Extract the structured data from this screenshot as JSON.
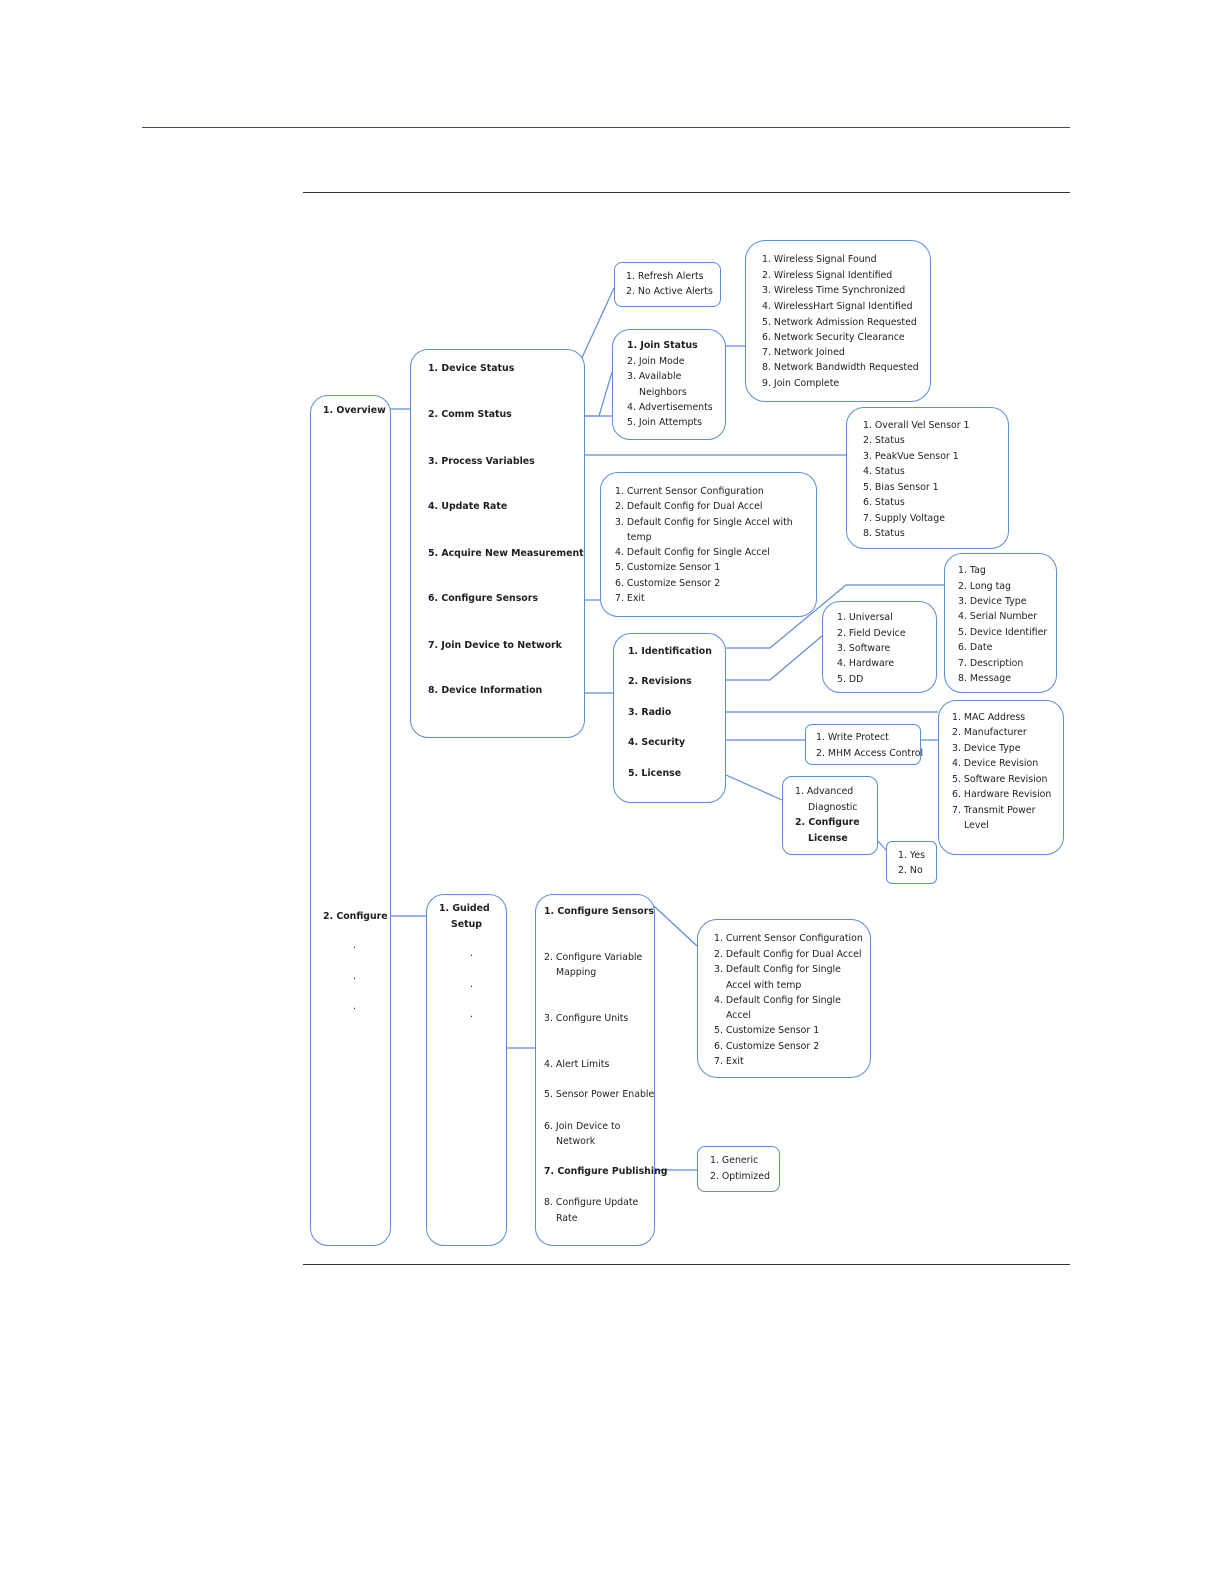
{
  "root": {
    "overview": "1.  Overview",
    "configure": "2.  Configure",
    "ellipsis": [
      "·",
      "·",
      "·"
    ]
  },
  "overview_menu": [
    "1.  Device Status",
    "2.  Comm Status",
    "3.  Process Variables",
    "4.  Update Rate",
    "5.  Acquire New Measurement",
    "6.  Configure Sensors",
    "7.  Join Device to Network",
    "8.  Device Information"
  ],
  "alerts_menu": [
    "1.  Refresh Alerts",
    "2.  No  Active Alerts"
  ],
  "comm_status_menu": [
    "1.  Join Status",
    "2.  Join Mode",
    "3.  Available",
    "Neighbors",
    "4.  Advertisements",
    "5.  Join Attempts"
  ],
  "join_status_menu": [
    "1.  Wireless Signal Found",
    "2.  Wireless Signal Identified",
    "3.  Wireless Time Synchronized",
    "4.  WirelessHart Signal Identified",
    "5.  Network Admission Requested",
    "6.  Network Security Clearance",
    "7.  Network Joined",
    "8.  Network Bandwidth Requested",
    "9.  Join Complete"
  ],
  "process_variables_menu": [
    "1.  Overall Vel Sensor 1",
    "2.  Status",
    "3.  PeakVue Sensor 1",
    "4.  Status",
    "5.  Bias Sensor 1",
    "6.  Status",
    "7.  Supply Voltage",
    "8.  Status"
  ],
  "configure_sensors_menu": [
    "1.  Current Sensor Configuration",
    "2.  Default Config for Dual Accel",
    "3.  Default Config for Single Accel with",
    "temp",
    "4.  Default Config for Single Accel",
    "5.  Customize Sensor 1",
    "6.  Customize Sensor 2",
    "7.  Exit"
  ],
  "device_information_menu": [
    "1.  Identification",
    "2.  Revisions",
    "3.  Radio",
    "4.  Security",
    "5.  License"
  ],
  "identification_menu": [
    "1.  Tag",
    "2.  Long tag",
    "3.  Device Type",
    "4.  Serial Number",
    "5.  Device Identifier",
    "6.  Date",
    "7.  Description",
    "8.  Message"
  ],
  "revisions_menu": [
    "1.  Universal",
    "2.  Field Device",
    "3.  Software",
    "4.  Hardware",
    "5.  DD"
  ],
  "radio_menu": [
    "1.  MAC Address",
    "2.  Manufacturer",
    "3.  Device Type",
    "4.  Device Revision",
    "5.  Software Revision",
    "6.  Hardware Revision",
    "7.  Transmit Power",
    "Level"
  ],
  "security_menu": [
    "1.  Write Protect",
    "2.  MHM Access Control"
  ],
  "license_menu": [
    "1.  Advanced",
    "Diagnostic",
    "2.  Configure",
    "License"
  ],
  "yes_no_menu": [
    "1.  Yes",
    "2.  No"
  ],
  "configure_menu": {
    "guided_setup": [
      "1.  Guided",
      "Setup"
    ],
    "ellipsis": [
      "·",
      "·",
      "·"
    ]
  },
  "guided_setup_menu": [
    "1.  Configure Sensors",
    "2.  Configure Variable",
    "Mapping",
    "3.  Configure Units",
    "4.  Alert Limits",
    "5.  Sensor Power Enable",
    "6.  Join Device to",
    "Network",
    "7.  Configure Publishing",
    "8.  Configure Update",
    "Rate"
  ],
  "guided_sensors_menu": [
    "1.  Current Sensor Configuration",
    "2.  Default Config for Dual Accel",
    "3.  Default Config for Single",
    "Accel with temp",
    "4.  Default Config for Single",
    "Accel",
    "5.  Customize Sensor 1",
    "6.  Customize Sensor 2",
    "7.  Exit"
  ],
  "publishing_menu": [
    "1.  Generic",
    "2.  Optimized"
  ]
}
